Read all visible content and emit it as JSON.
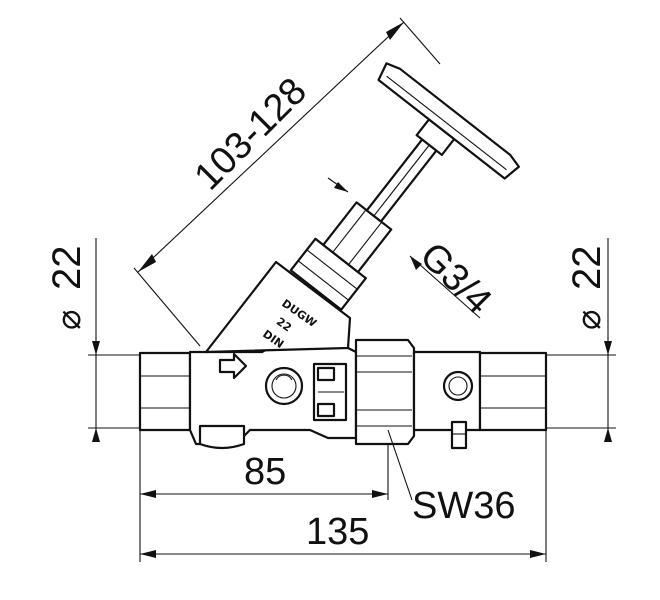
{
  "dimensions": {
    "stroke_length": "103-128",
    "thread": "G3/4",
    "diameter_left": "22",
    "diameter_right": "22",
    "diameter_symbol": "⌀",
    "length_85": "85",
    "wrench_size": "SW36",
    "length_135": "135"
  },
  "body_markings": {
    "brand": "DUGW",
    "size": "22",
    "standard": "DIN"
  },
  "flow_arrow_icon": "flow-direction-arrow-icon"
}
